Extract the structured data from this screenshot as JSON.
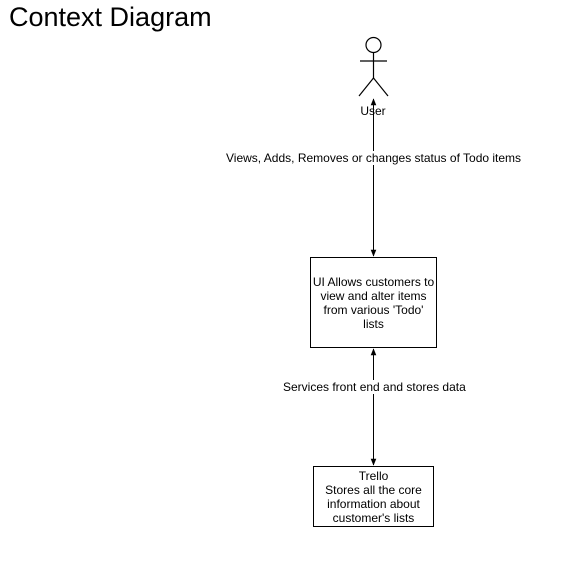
{
  "title": "Context Diagram",
  "actor": {
    "label": "User",
    "icon": "person-icon"
  },
  "nodes": {
    "ui": {
      "lines": [
        "UI Allows customers to",
        "view and alter items",
        "from various 'Todo'",
        "lists"
      ]
    },
    "trello": {
      "lines": [
        "Trello",
        "Stores all the core",
        "information about",
        "customer's lists"
      ]
    }
  },
  "edges": {
    "user_ui": {
      "label": "Views, Adds, Removes or changes status of Todo items",
      "direction": "bidirectional"
    },
    "ui_trello": {
      "label": "Services front end and stores data",
      "direction": "bidirectional"
    }
  }
}
